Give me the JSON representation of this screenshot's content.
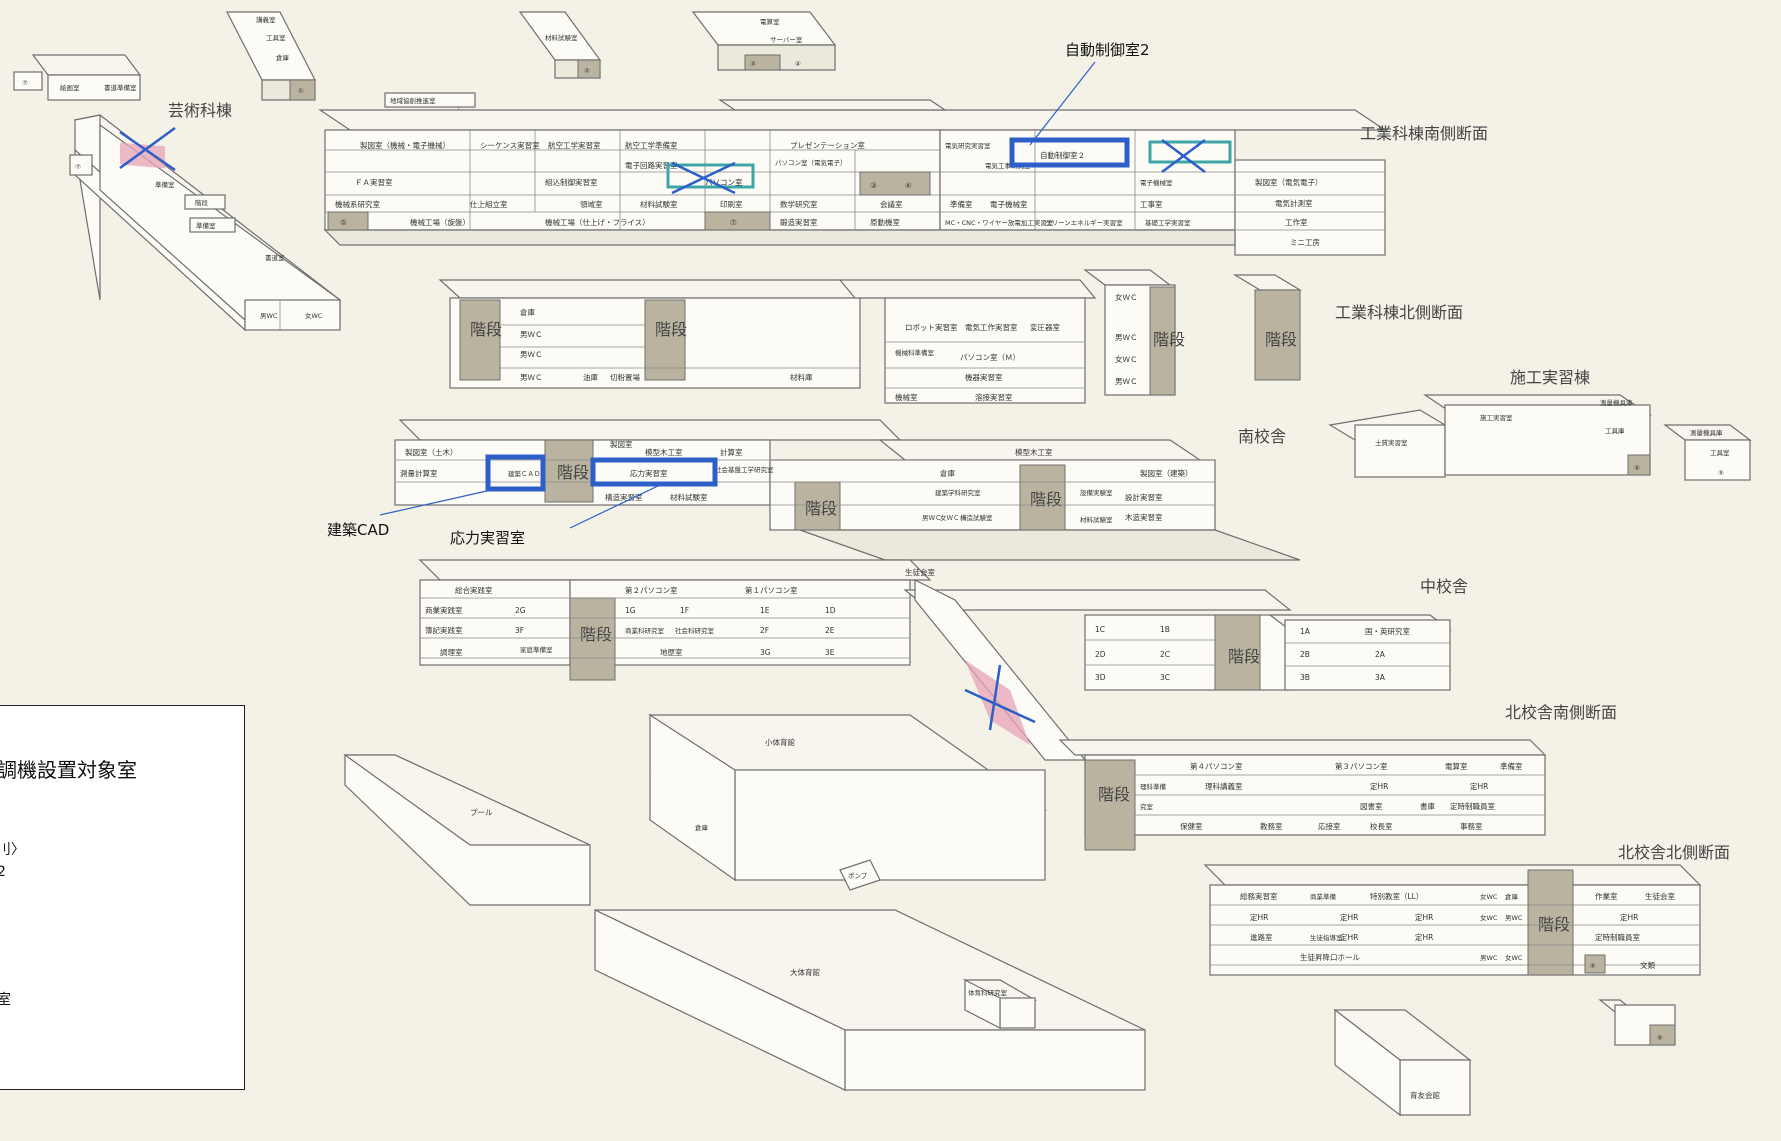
{
  "wings": {
    "art": "芸術科棟",
    "ind_south": "工業科棟南側断面",
    "ind_north": "工業科棟北側断面",
    "construction": "施工実習棟",
    "south": "南校舎",
    "middle": "中校舎",
    "north_south": "北校舎南側断面",
    "north_north": "北校舎北側断面"
  },
  "callouts": {
    "auto2": "自動制御室2",
    "cad": "建築CAD",
    "stress": "応力実習室"
  },
  "legend": {
    "title": "調機設置対象室",
    "line1": "刂〉",
    "line2": "2",
    "line3": "室"
  },
  "top_blocks": [
    {
      "text": "講義室"
    },
    {
      "text": "工具室"
    },
    {
      "text": "倉庫"
    },
    {
      "text": "①"
    },
    {
      "text": "材料試験室"
    },
    {
      "text": "②"
    },
    {
      "text": "電算室"
    },
    {
      "text": "サーバー室"
    },
    {
      "text": "③"
    },
    {
      "text": "④"
    },
    {
      "text": "⑦"
    },
    {
      "text": "絵画室"
    },
    {
      "text": "書道準備室"
    },
    {
      "text": "地域協創推進室"
    }
  ],
  "art_rooms": [
    "準備室",
    "階段",
    "準備室",
    "書道室",
    "男WC",
    "女WC",
    "⑦"
  ],
  "ind_south_rooms": [
    "製図室（機械・電子機械）",
    "シーケンス実習室",
    "航空工学実習室",
    "航空工学準備室",
    "プレゼンテーション室",
    "ＦＡ実習室",
    "組込制御実習室",
    "電子回路実習室",
    "パソコン室",
    "パソコン室（電気電子）",
    "③",
    "④",
    "機械系研究室",
    "仕上組立室",
    "領域室",
    "材料試験室",
    "印刷室",
    "数学研究室",
    "会議室",
    "⑤",
    "機械工場（旋盤）",
    "機械工場（仕上げ・フライス）",
    "⑦",
    "鍛造実習室",
    "原動機室",
    "電気研究実習室",
    "自動制御室２",
    "電気工事研究室",
    "電子機械室",
    "準備室",
    "電子機械室",
    "工事室",
    "MC・CNC・ワイヤー放電加工実習室",
    "クリーンエネルギー実習室",
    "基礎工学実習室",
    "製図室（電気電子）",
    "電気計測室",
    "工作室",
    "ミニ工房"
  ],
  "ind_north_rooms": [
    "倉庫",
    "階段",
    "男ＷＣ",
    "男ＷＣ",
    "男ＷＣ",
    "油庫",
    "切粉置場",
    "階段",
    "ロボット実習室",
    "電気工作実習室",
    "変圧器室",
    "機械科準備室",
    "パソコン室（Ｍ）",
    "材料庫",
    "機器実習室",
    "機械室",
    "溶接実習室",
    "女ＷＣ",
    "男ＷＣ",
    "女ＷＣ",
    "男ＷＣ",
    "階段",
    "階段"
  ],
  "construction_rooms": [
    "土質実習室",
    "施工実習室",
    "測量機具庫",
    "工具庫",
    "測量機具庫",
    "工具室",
    "⑤",
    "⑤"
  ],
  "south_rooms": [
    "製図室（土木）",
    "測量計算室",
    "建築ＣＡＤ",
    "階段",
    "製図室",
    "模型木工室",
    "計算室",
    "応力実習室",
    "社会基盤工学研究室",
    "構造実習室",
    "材料試験室",
    "階段",
    "倉庫",
    "建築学科研究室",
    "男ＷＣ",
    "女ＷＣ",
    "構造試験室",
    "模型木工室",
    "製図室（建築）",
    "設備実験室",
    "設計実習室",
    "材料試験室",
    "木造実習室",
    "階段"
  ],
  "middle_rooms": [
    "総合実践室",
    "商業実践室",
    "2G",
    "簿記実践室",
    "3F",
    "調理室",
    "家庭準備室",
    "第２パソコン室",
    "第１パソコン室",
    "1G",
    "1F",
    "1E",
    "1D",
    "商業科研究室",
    "社会科研究室",
    "2F",
    "2E",
    "地歴室",
    "3G",
    "3E",
    "生徒会室",
    "階段",
    "1C",
    "1B",
    "2D",
    "2C",
    "3D",
    "3C",
    "階段",
    "1A",
    "2B",
    "2A",
    "3B",
    "3A",
    "国・英研究室"
  ],
  "north_rooms": [
    "第４パソコン室",
    "第３パソコン室",
    "電算室",
    "準備室",
    "理科講義室",
    "定HR",
    "定HR",
    "図書室",
    "書庫",
    "定時制職員室",
    "保健室",
    "教務室",
    "応接室",
    "校長室",
    "事務室",
    "階段",
    "理科準備",
    "究室"
  ],
  "north_north_rooms": [
    "総務実習室",
    "商業準備",
    "特別教室（LL）",
    "女WC",
    "倉庫",
    "作業室",
    "生徒会室",
    "定HR",
    "定HR",
    "定HR",
    "女WC",
    "男WC",
    "定HR",
    "進路室",
    "生徒指導室",
    "定HR",
    "定HR",
    "男WC",
    "女WC",
    "定時制職員室",
    "生徒昇降口ホール",
    "階段",
    "⑥",
    "文類",
    "⑥"
  ],
  "misc": {
    "pool": "プール",
    "small_gym": "小体育館",
    "big_gym": "大体育館",
    "pe_lab": "体育科研究室",
    "yuyu": "育友会館",
    "pump": "ポンプ",
    "storage": "倉庫"
  }
}
